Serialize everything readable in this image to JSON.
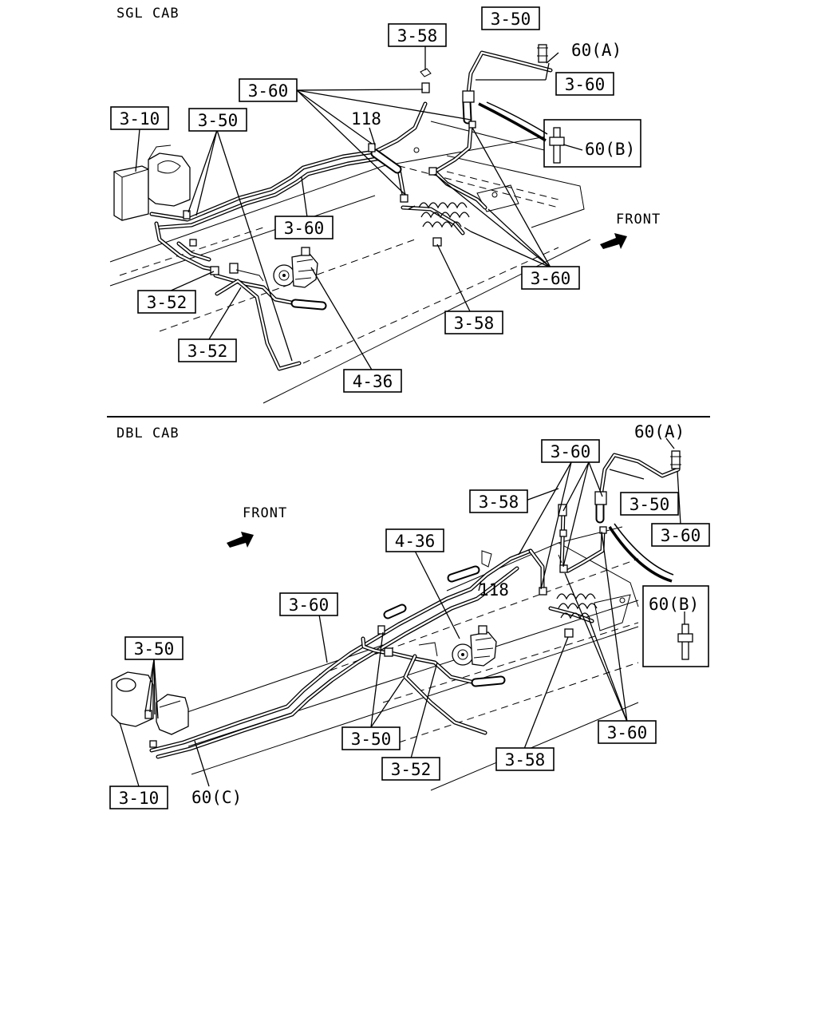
{
  "sgl": {
    "title": "SGL CAB",
    "labels": {
      "l310": "3-10",
      "l350a": "3-50",
      "l350b": "3-50",
      "l358a": "3-58",
      "l358b": "3-58",
      "l360a": "3-60",
      "l360b": "3-60",
      "l360c": "3-60",
      "l360d": "3-60",
      "l352a": "3-52",
      "l352b": "3-52",
      "l436": "4-36"
    },
    "text": {
      "t118": "118",
      "t60a": "60(A)",
      "t60b": "60(B)",
      "front": "FRONT"
    }
  },
  "dbl": {
    "title": "DBL CAB",
    "labels": {
      "l310": "3-10",
      "l350a": "3-50",
      "l350b": "3-50",
      "l350c": "3-50",
      "l358a": "3-58",
      "l358b": "3-58",
      "l360a": "3-60",
      "l360b": "3-60",
      "l360c": "3-60",
      "l360d": "3-60",
      "l352": "3-52",
      "l436": "4-36"
    },
    "text": {
      "t118": "118",
      "t60a": "60(A)",
      "t60b": "60(B)",
      "t60c": "60(C)",
      "front": "FRONT"
    }
  }
}
